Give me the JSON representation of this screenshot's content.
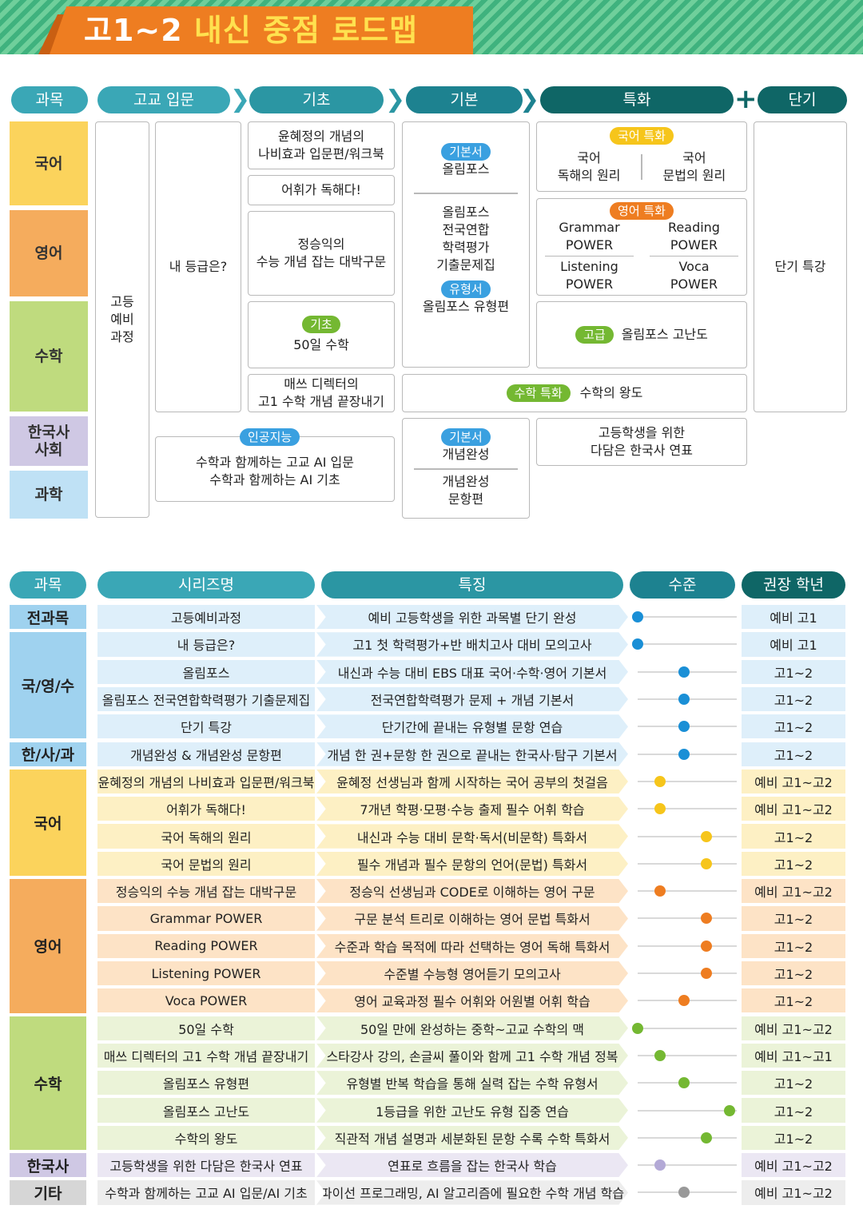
{
  "title": {
    "part1": "고1~2",
    "part2": "내신 중점 로드맵"
  },
  "roadmap": {
    "headers": {
      "subject": "과목",
      "intro": "고교 입문",
      "basic": "기초",
      "fundamental": "기본",
      "special": "특화",
      "short": "단기"
    },
    "subjects": [
      "국어",
      "영어",
      "수학",
      "한국사\n사회",
      "과학"
    ],
    "prep": "고등\n예비\n과정",
    "my_grade": "내 등급은?",
    "basic_col": {
      "b1": "윤혜정의 개념의\n나비효과 입문편/워크북",
      "b2": "어휘가 독해다!",
      "b3": "정승익의\n수능 개념 잡는 대박구문",
      "b4_tag": "기초",
      "b4": "50일 수학",
      "b5": "매쓰 디렉터의\n고1 수학 개념 끝장내기"
    },
    "ai": {
      "tag": "인공지능",
      "text": "수학과 함께하는 고교 AI 입문\n수학과 함께하는 AI 기초"
    },
    "fund_col": {
      "tag1": "기본서",
      "t1": "올림포스",
      "t2": "올림포스\n전국연합\n학력평가\n기출문제집",
      "tag2": "유형서",
      "t3": "올림포스 유형편",
      "tag3": "기본서",
      "t4": "개념완성",
      "t5": "개념완성\n문항편"
    },
    "special": {
      "kor_tag": "국어 특화",
      "kor1": "국어\n독해의 원리",
      "kor2": "국어\n문법의 원리",
      "eng_tag": "영어 특화",
      "eng1": "Grammar\nPOWER",
      "eng2": "Reading\nPOWER",
      "eng3": "Listening\nPOWER",
      "eng4": "Voca\nPOWER",
      "adv_tag": "고급",
      "adv": "올림포스 고난도",
      "math_tag": "수학 특화",
      "math": "수학의 왕도",
      "hist": "고등학생을 위한\n다담은 한국사 연표"
    },
    "short_text": "단기 특강"
  },
  "table": {
    "headers": {
      "subject": "과목",
      "series": "시리즈명",
      "feature": "특징",
      "level": "수준",
      "grade": "권장 학년"
    },
    "groups": [
      {
        "name": "전과목",
        "rows": 1,
        "color": "#9fd2ef"
      },
      {
        "name": "국/영/수",
        "rows": 4,
        "color": "#9fd2ef"
      },
      {
        "name": "한/사/과",
        "rows": 1,
        "color": "#9fd2ef"
      },
      {
        "name": "국어",
        "rows": 4,
        "color": "#fbd35c"
      },
      {
        "name": "영어",
        "rows": 5,
        "color": "#f5ac5d"
      },
      {
        "name": "수학",
        "rows": 5,
        "color": "#bfdb7e"
      },
      {
        "name": "한국사",
        "rows": 1,
        "color": "#cfc8e4"
      },
      {
        "name": "기타",
        "rows": 1,
        "color": "#d6d6d6"
      }
    ],
    "rows": [
      {
        "series": "고등예비과정",
        "feature": "예비 고등학생을 위한 과목별 단기 완성",
        "level": 0.0,
        "grade": "예비 고1",
        "bg": "#deeffa",
        "dot": "#1a8fd6"
      },
      {
        "series": "내 등급은?",
        "feature": "고1 첫 학력평가+반 배치고사 대비 모의고사",
        "level": 0.0,
        "grade": "예비 고1",
        "bg": "#deeffa",
        "dot": "#1a8fd6"
      },
      {
        "series": "올림포스",
        "feature": "내신과 수능 대비 EBS 대표 국어·수학·영어 기본서",
        "level": 0.45,
        "grade": "고1~2",
        "bg": "#deeffa",
        "dot": "#1a8fd6"
      },
      {
        "series": "올림포스 전국연합학력평가 기출문제집",
        "feature": "전국연합학력평가 문제 + 개념 기본서",
        "level": 0.45,
        "grade": "고1~2",
        "bg": "#deeffa",
        "dot": "#1a8fd6"
      },
      {
        "series": "단기 특강",
        "feature": "단기간에 끝내는 유형별 문항 연습",
        "level": 0.45,
        "grade": "고1~2",
        "bg": "#deeffa",
        "dot": "#1a8fd6"
      },
      {
        "series": "개념완성 & 개념완성 문항편",
        "feature": "개념 한 권+문항 한 권으로 끝내는 한국사·탐구 기본서",
        "level": 0.45,
        "grade": "고1~2",
        "bg": "#deeffa",
        "dot": "#1a8fd6"
      },
      {
        "series": "윤혜정의 개념의 나비효과 입문편/워크북",
        "feature": "윤혜정 선생님과 함께 시작하는 국어 공부의 첫걸음",
        "level": 0.22,
        "grade": "예비 고1~고2",
        "bg": "#fdf0c4",
        "dot": "#f6c51b"
      },
      {
        "series": "어휘가 독해다!",
        "feature": "7개년 학평·모평·수능 출제 필수 어휘 학습",
        "level": 0.22,
        "grade": "예비 고1~고2",
        "bg": "#fdf0c4",
        "dot": "#f6c51b"
      },
      {
        "series": "국어 독해의 원리",
        "feature": "내신과 수능 대비 문학·독서(비문학) 특화서",
        "level": 0.67,
        "grade": "고1~2",
        "bg": "#fdf0c4",
        "dot": "#f6c51b"
      },
      {
        "series": "국어 문법의 원리",
        "feature": "필수 개념과 필수 문항의 언어(문법) 특화서",
        "level": 0.67,
        "grade": "고1~2",
        "bg": "#fdf0c4",
        "dot": "#f6c51b"
      },
      {
        "series": "정승익의 수능 개념 잡는 대박구문",
        "feature": "정승익 선생님과 CODE로 이해하는 영어 구문",
        "level": 0.22,
        "grade": "예비 고1~고2",
        "bg": "#fde3c6",
        "dot": "#ee7d21"
      },
      {
        "series": "Grammar POWER",
        "feature": "구문 분석 트리로 이해하는 영어 문법 특화서",
        "level": 0.67,
        "grade": "고1~2",
        "bg": "#fde3c6",
        "dot": "#ee7d21"
      },
      {
        "series": "Reading POWER",
        "feature": "수준과 학습 목적에 따라 선택하는 영어 독해 특화서",
        "level": 0.67,
        "grade": "고1~2",
        "bg": "#fde3c6",
        "dot": "#ee7d21"
      },
      {
        "series": "Listening POWER",
        "feature": "수준별 수능형 영어듣기 모의고사",
        "level": 0.67,
        "grade": "고1~2",
        "bg": "#fde3c6",
        "dot": "#ee7d21"
      },
      {
        "series": "Voca POWER",
        "feature": "영어 교육과정 필수 어휘와 어원별 어휘 학습",
        "level": 0.45,
        "grade": "고1~2",
        "bg": "#fde3c6",
        "dot": "#ee7d21"
      },
      {
        "series": "50일 수학",
        "feature": "50일 만에 완성하는 중학~고교 수학의 맥",
        "level": 0.0,
        "grade": "예비 고1~고2",
        "bg": "#ebf3d8",
        "dot": "#74b832"
      },
      {
        "series": "매쓰 디렉터의 고1 수학 개념 끝장내기",
        "feature": "스타강사 강의, 손글씨 풀이와 함께 고1 수학 개념 정복",
        "level": 0.22,
        "grade": "예비 고1~고1",
        "bg": "#ebf3d8",
        "dot": "#74b832"
      },
      {
        "series": "올림포스 유형편",
        "feature": "유형별 반복 학습을 통해 실력 잡는 수학 유형서",
        "level": 0.45,
        "grade": "고1~2",
        "bg": "#ebf3d8",
        "dot": "#74b832"
      },
      {
        "series": "올림포스 고난도",
        "feature": "1등급을 위한 고난도 유형 집중 연습",
        "level": 0.9,
        "grade": "고1~2",
        "bg": "#ebf3d8",
        "dot": "#74b832"
      },
      {
        "series": "수학의 왕도",
        "feature": "직관적 개념 설명과 세분화된 문항 수록 수학 특화서",
        "level": 0.67,
        "grade": "고1~2",
        "bg": "#ebf3d8",
        "dot": "#74b832"
      },
      {
        "series": "고등학생을 위한 다담은 한국사 연표",
        "feature": "연표로 흐름을 잡는 한국사 학습",
        "level": 0.22,
        "grade": "예비 고1~고2",
        "bg": "#ebe7f3",
        "dot": "#b3a9d6"
      },
      {
        "series": "수학과 함께하는 고교 AI 입문/AI 기초",
        "feature": "파이선 프로그래밍, AI 알고리즘에 필요한 수학 개념 학습",
        "level": 0.45,
        "grade": "예비 고1~고2",
        "bg": "#ededed",
        "dot": "#999999"
      }
    ]
  },
  "colors": {
    "teal": "#3aa7b6",
    "dark_teal": "#0f6666",
    "orange": "#ee7d21"
  }
}
